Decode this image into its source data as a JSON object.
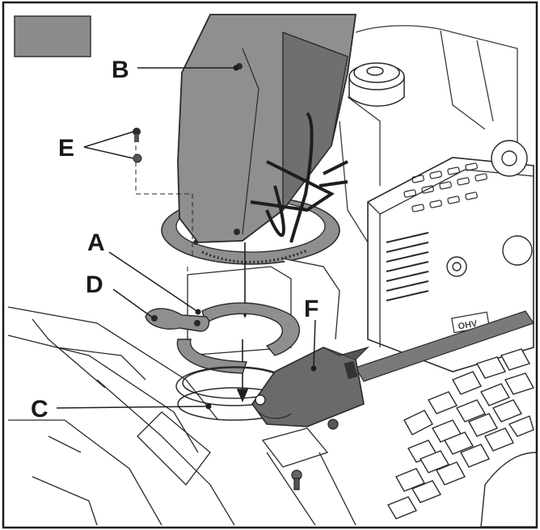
{
  "diagram": {
    "callouts": {
      "a": "A",
      "b": "B",
      "c": "C",
      "d": "D",
      "e": "E",
      "f": "F"
    },
    "engine_badge": "OHV",
    "colors": {
      "border": "#1a1a1a",
      "line": "#2a2a2a",
      "chute_fill": "#8f8f8f",
      "chute_dark": "#6f6f6f",
      "label_box": "#8c8c8c",
      "motor_fill": "#6a6a6a",
      "background": "#ffffff"
    }
  }
}
